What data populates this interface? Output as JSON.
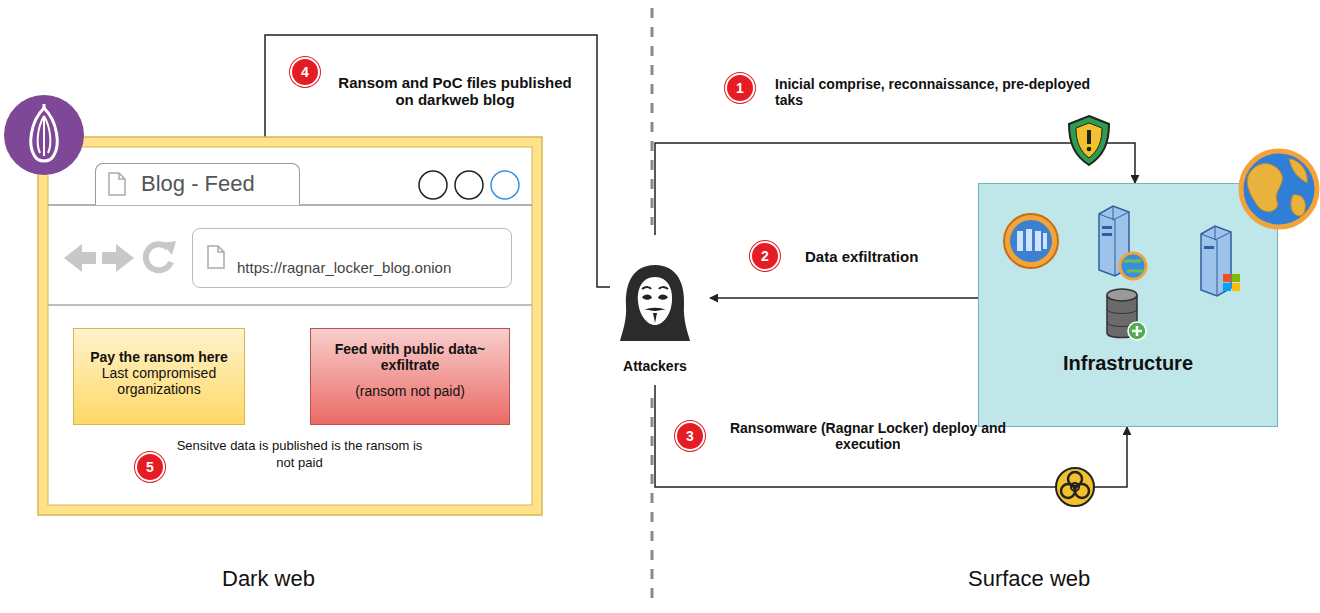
{
  "diagram": {
    "nodes": [
      {
        "text": [
          "Blog - Feed"
        ]
      },
      {
        "text": [
          "https://ragnar_locker_blog.onion"
        ]
      },
      {
        "text": [
          "Pay the ransom here",
          "Last compromised organizations"
        ]
      },
      {
        "text": [
          "Feed with public data~ exfiltrate",
          "(ransom not paid)"
        ]
      },
      {
        "text": [
          "Attackers"
        ]
      },
      {
        "text": [
          "Infrastructure"
        ]
      }
    ],
    "edges": [
      {
        "from": 4,
        "to": 5,
        "arrow": "to",
        "label": "Inicial comprise, reconnaissance, pre-deployed taks"
      },
      {
        "from": 5,
        "to": 4,
        "arrow": "to",
        "label": "Data exfiltration"
      },
      {
        "from": 4,
        "to": 5,
        "arrow": "to",
        "label": "Ransomware (Ragnar Locker) deploy and execution"
      },
      {
        "from": 4,
        "to": 0,
        "arrow": "to",
        "label": "Ransom and PoC files published on darkweb blog"
      },
      {
        "from": 2,
        "to": 3,
        "arrow": "to",
        "label": "Sensitve data is published is the ransom is not paid"
      }
    ],
    "labels": [
      "1",
      "2",
      "3",
      "4",
      "5",
      "Dark web",
      "Surface web"
    ]
  }
}
